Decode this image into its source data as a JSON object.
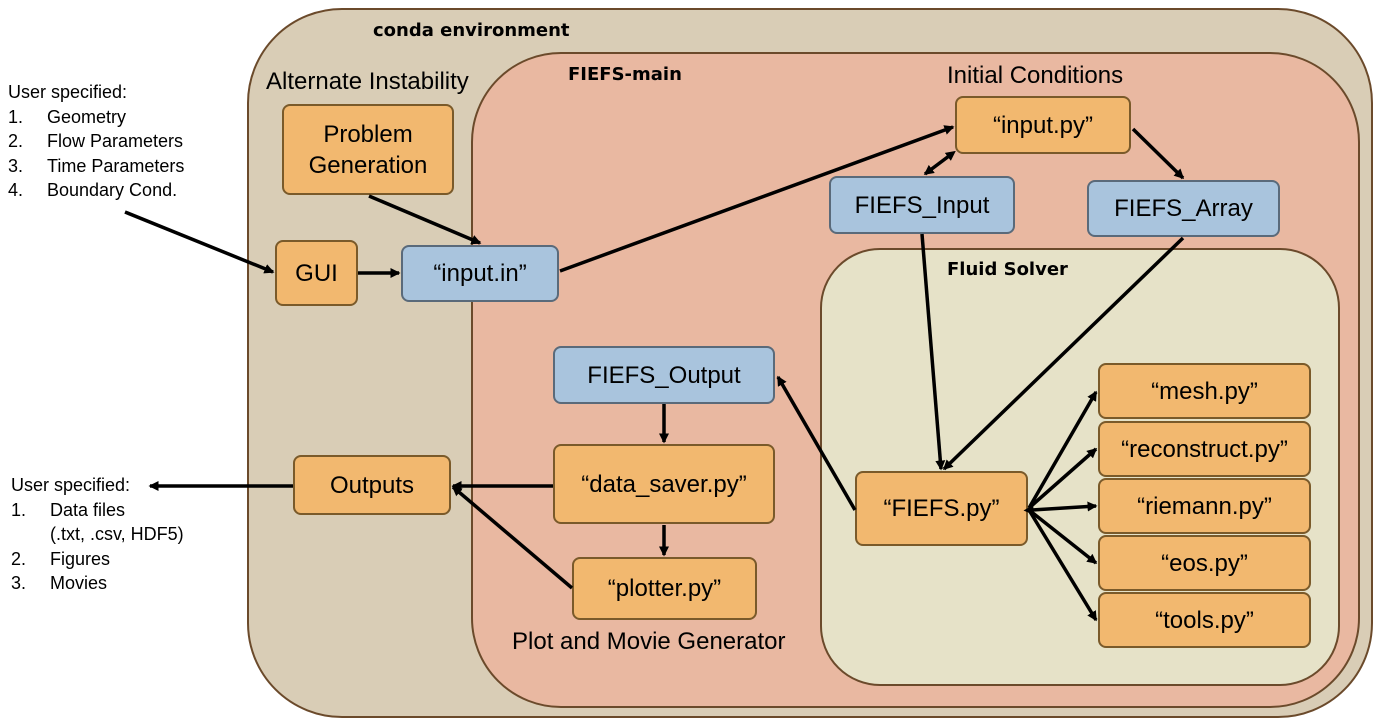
{
  "regions": {
    "conda": "conda environment",
    "main": "FIEFS-main",
    "solver": "Fluid Solver"
  },
  "labels": {
    "alternate_instability": "Alternate Instability",
    "initial_conditions": "Initial Conditions",
    "plot_movie_generator": "Plot and Movie Generator"
  },
  "nodes": {
    "problem_generation": [
      "Problem",
      "Generation"
    ],
    "gui": "GUI",
    "input_in": "“input.in”",
    "input_py": "“input.py”",
    "fiefs_input": "FIEFS_Input",
    "fiefs_array": "FIEFS_Array",
    "fiefs_output": "FIEFS_Output",
    "data_saver": "“data_saver.py”",
    "plotter": "“plotter.py”",
    "outputs": "Outputs",
    "fiefs_py": "“FIEFS.py”",
    "mesh": "“mesh.py”",
    "reconstruct": "“reconstruct.py”",
    "riemann": "“riemann.py”",
    "eos": "“eos.py”",
    "tools": "“tools.py”"
  },
  "user_input": {
    "title": "User specified:",
    "items": [
      {
        "num": "1.",
        "text": "Geometry"
      },
      {
        "num": "2.",
        "text": "Flow Parameters"
      },
      {
        "num": "3.",
        "text": "Time Parameters"
      },
      {
        "num": "4.",
        "text": "Boundary Cond."
      }
    ]
  },
  "user_output": {
    "title": "User specified:",
    "items": [
      {
        "num": "1.",
        "text": "Data files"
      },
      {
        "num": "",
        "text": "(.txt, .csv, HDF5)"
      },
      {
        "num": "2.",
        "text": "Figures"
      },
      {
        "num": "3.",
        "text": "Movies"
      }
    ]
  },
  "colors": {
    "conda_fill": "#d9cdb6",
    "main_fill": "#e9b8a1",
    "solver_fill": "#e6e2c8",
    "orange_node": "#f2b86f",
    "blue_node": "#a9c4dd",
    "arrow": "#000000"
  }
}
